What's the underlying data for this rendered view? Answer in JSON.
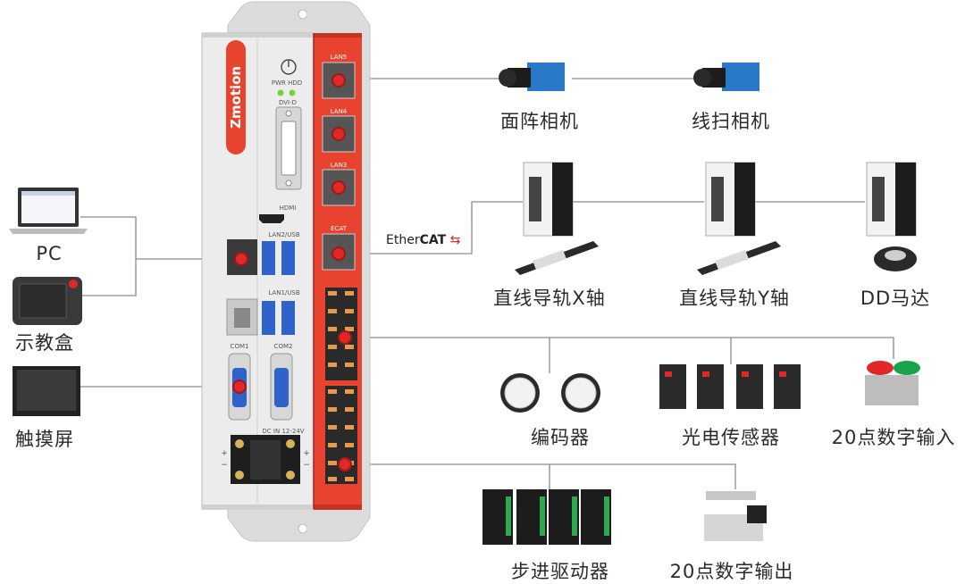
{
  "controller": {
    "brand": "Zmotion",
    "ports": {
      "lan5": "LAN5",
      "lan4": "LAN4",
      "lan3": "LAN3",
      "ecat": "ECAT",
      "pwr_hdd": "PWR HDD",
      "dvi": "DVI-D",
      "hdmi": "HDMI",
      "lan2_usb": "LAN2/USB",
      "lan1_usb": "LAN1/USB",
      "com1": "COM1",
      "com2": "COM2",
      "dc_in": "DC IN 12-24V",
      "plus": "+",
      "minus": "−"
    }
  },
  "ethercat": {
    "prefix": "Ether",
    "suffix": "CAT"
  },
  "left_devices": [
    {
      "id": "pc",
      "label": "PC"
    },
    {
      "id": "teach",
      "label": "示教盒"
    },
    {
      "id": "touch",
      "label": "触摸屏"
    }
  ],
  "cameras": [
    {
      "id": "area",
      "label": "面阵相机"
    },
    {
      "id": "line",
      "label": "线扫相机"
    }
  ],
  "axes": [
    {
      "id": "x",
      "label": "直线导轨X轴"
    },
    {
      "id": "y",
      "label": "直线导轨Y轴"
    },
    {
      "id": "dd",
      "label": "DD马达"
    }
  ],
  "inputs": [
    {
      "id": "encoder",
      "label": "编码器"
    },
    {
      "id": "photo",
      "label": "光电传感器"
    },
    {
      "id": "din",
      "label": "20点数字输入"
    }
  ],
  "outputs": [
    {
      "id": "stepper",
      "label": "步进驱动器"
    },
    {
      "id": "dout",
      "label": "20点数字输出"
    }
  ],
  "colors": {
    "accent_red": "#e8432f",
    "body_gray": "#e6e6e6",
    "wire": "#8c8c8c",
    "camera_blue": "#2a78c8",
    "button_green": "#1aa34a"
  },
  "icons": [
    "laptop-icon",
    "teach-pendant-icon",
    "touchscreen-icon",
    "camera-icon",
    "servo-drive-icon",
    "linear-rail-icon",
    "dd-motor-icon",
    "encoder-icon",
    "photo-sensor-icon",
    "push-button-icon",
    "stepper-driver-icon",
    "solenoid-valve-icon"
  ]
}
